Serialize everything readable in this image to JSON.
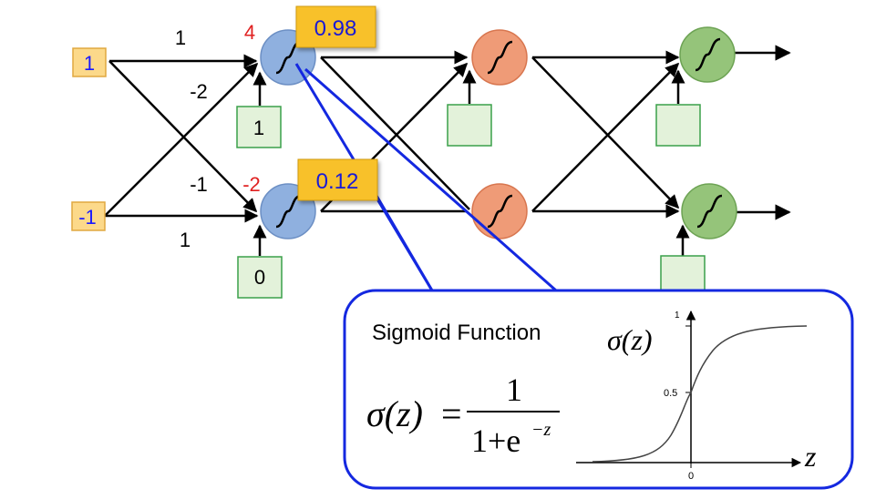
{
  "inputs": [
    {
      "value": "1",
      "color": "#1a1aff"
    },
    {
      "value": "-1",
      "color": "#1a1aff"
    }
  ],
  "weights": {
    "top_to_top": "1",
    "top_to_bottom": "-2",
    "bottom_to_top": "-1",
    "bottom_to_bottom": "1"
  },
  "biases": {
    "top": "1",
    "bottom": "0"
  },
  "pre_activations": {
    "top": "4",
    "bottom": "-2",
    "color": "#e02020"
  },
  "outputs": {
    "top": "0.98",
    "bottom": "0.12",
    "color": "#1a1ad6"
  },
  "callout": {
    "title": "Sigmoid Function",
    "formula_lhs": "σ(z)",
    "formula_eq": "=",
    "formula_num": "1",
    "formula_den_base": "1+e",
    "formula_den_exp": "−z",
    "graph_label": "σ(z)",
    "tick_y_top": "1",
    "tick_y_mid": "0.5",
    "tick_x_zero": "0",
    "axis_x_label": "z",
    "border_color": "#1428e0"
  },
  "colors": {
    "input_fill": "#fcd98a",
    "input_stroke": "#e0a840",
    "box_fill": "#e3f2da",
    "box_stroke": "#3aa04a",
    "layer1_fill": "#8fb0df",
    "layer1_stroke": "#6c8fc4",
    "layer2_fill": "#ef9b77",
    "layer2_stroke": "#d8764f",
    "layer3_fill": "#95c47a",
    "layer3_stroke": "#6da354",
    "output_box_fill": "#f8c12c",
    "output_box_stroke": "#d19a10"
  }
}
